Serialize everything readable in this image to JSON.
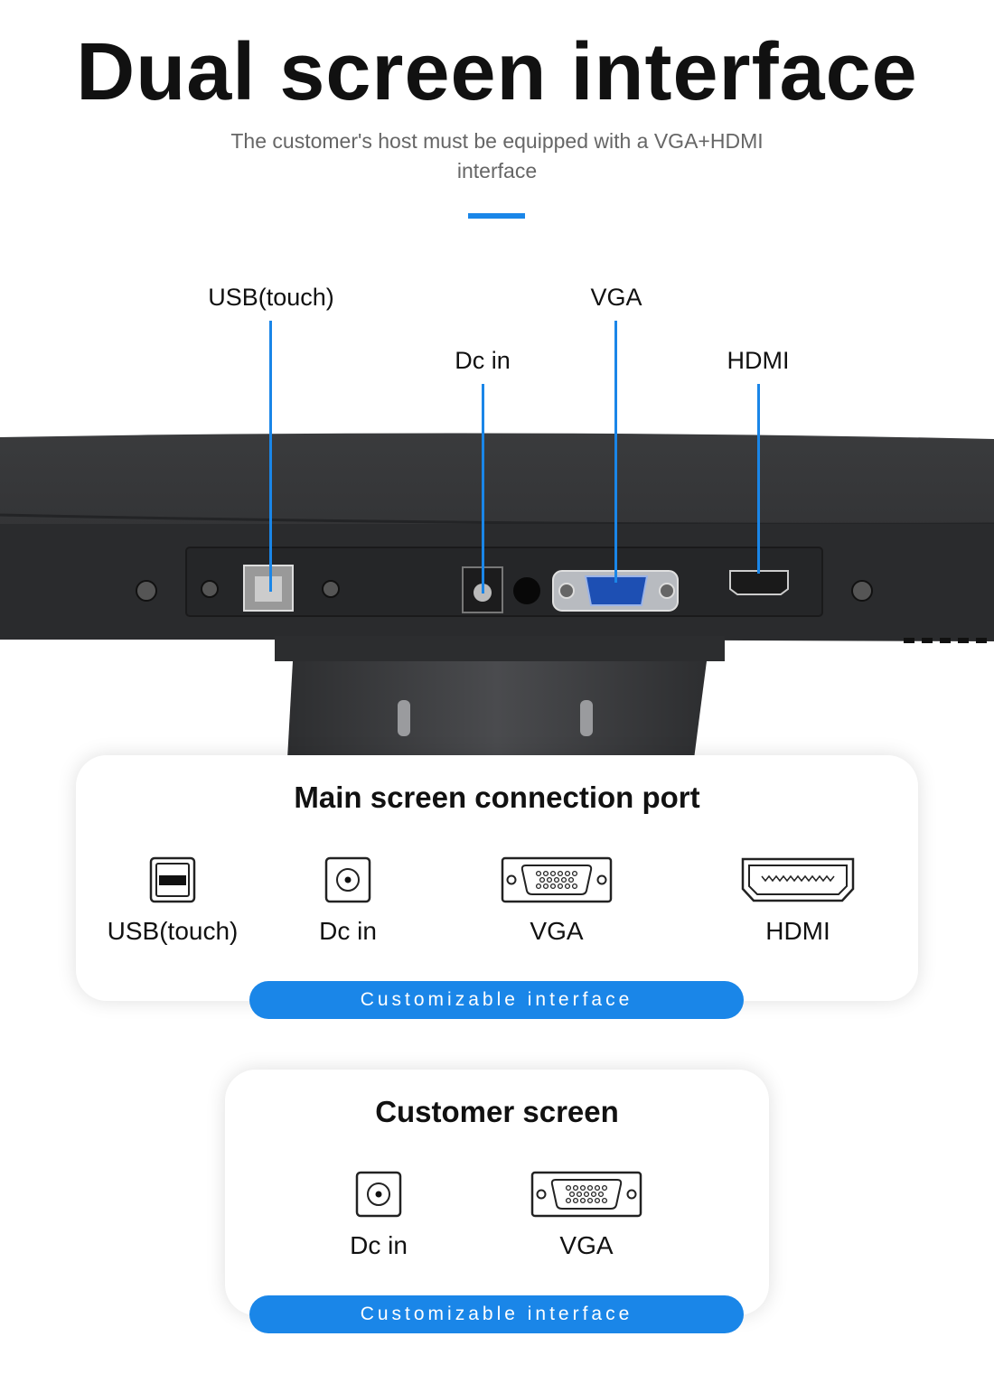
{
  "title": "Dual screen interface",
  "subtitle": "The customer's host must be equipped with a VGA+HDMI interface",
  "accent_color": "#1a86e8",
  "callouts": {
    "usb": "USB(touch)",
    "vga": "VGA",
    "dc": "Dc in",
    "hdmi": "HDMI"
  },
  "main_card": {
    "title": "Main screen connection port",
    "ports": [
      {
        "label": "USB(touch)",
        "icon": "usb-b-icon"
      },
      {
        "label": "Dc in",
        "icon": "dc-jack-icon"
      },
      {
        "label": "VGA",
        "icon": "vga-port-icon"
      },
      {
        "label": "HDMI",
        "icon": "hdmi-port-icon"
      }
    ],
    "badge": "Customizable interface"
  },
  "customer_card": {
    "title": "Customer screen",
    "ports": [
      {
        "label": "Dc in",
        "icon": "dc-jack-icon"
      },
      {
        "label": "VGA",
        "icon": "vga-port-icon"
      }
    ],
    "badge": "Customizable interface"
  }
}
